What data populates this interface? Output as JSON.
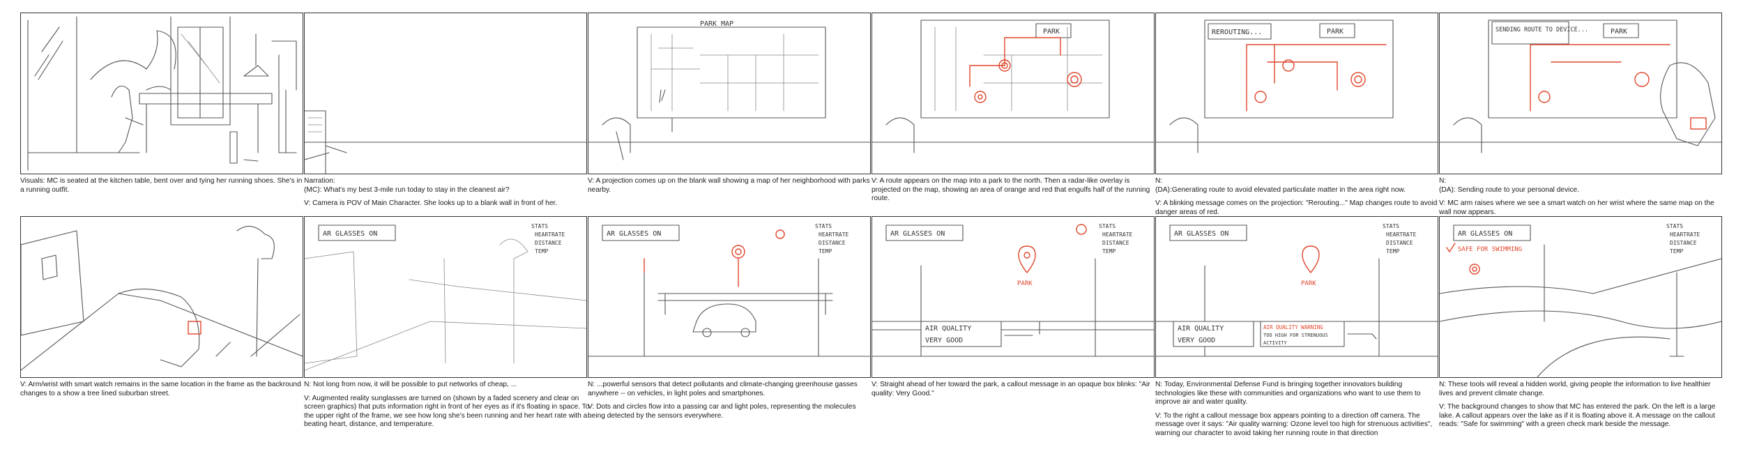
{
  "rows": [
    {
      "panels": [
        {
          "captions": [
            "Visuals: MC is seated at the kitchen table, bent over and tying her running shoes. She's in a running outfit."
          ]
        },
        {
          "captions": [
            "Narration:\n(MC): What's my best 3-mile run today to stay in the cleanest air?",
            "V: Camera is POV of Main Character. She looks up to a blank wall in front of her."
          ]
        },
        {
          "captions": [
            "V: A projection comes up on the blank wall showing a map of her neighborhood with parks nearby."
          ],
          "map_title": "PARK MAP"
        },
        {
          "captions": [
            "V: A route appears on the map into a park to the north. Then a radar-like overlay is projected on the map, showing an area of orange and red that engulfs half of the running route."
          ],
          "map_label": "PARK"
        },
        {
          "captions": [
            "N:\n(DA):Generating route to avoid elevated particulate matter in the area right now.",
            "V: A blinking message comes on the projection: \"Rerouting...\" Map changes route to avoid danger areas of red."
          ],
          "message": "REROUTING...",
          "map_label": "PARK"
        },
        {
          "captions": [
            "N:\n(DA): Sending route to your personal device.",
            "V: MC arm raises where we see a smart watch on her wrist where the same map on the wall now appears."
          ],
          "message": "SENDING ROUTE TO DEVICE...",
          "map_label": "PARK"
        }
      ]
    },
    {
      "panels": [
        {
          "captions": [
            "V: Arm/wrist with smart watch remains in the same location in the frame as the backround changes to a show a tree lined suburban street."
          ]
        },
        {
          "captions": [
            "N: Not long from now, it will be possible to put networks of cheap, ...",
            "V: Augmented reality sunglasses are turned on (shown by a faded scenery and clear on screen graphics) that puts information right in front of her eyes as if it's floating in space. To the upper right of the frame, we see how long she's been running and her heart rate with a beating heart, distance, and temperature."
          ],
          "hud": "AR GLASSES ON",
          "stats": [
            "STATS",
            "HEARTRATE",
            "DISTANCE",
            "TEMP"
          ]
        },
        {
          "captions": [
            "N: ...powerful sensors that detect pollutants and climate-changing greenhouse gasses anywhere -- on vehicles, in light poles and smartphones.",
            "V: Dots and circles flow into a passing car and light poles, representing the molecules being detected by the sensors everywhere."
          ],
          "hud": "AR GLASSES ON",
          "stats": [
            "STATS",
            "HEARTRATE",
            "DISTANCE",
            "TEMP"
          ]
        },
        {
          "captions": [
            "V: Straight ahead of her toward the park, a callout message in an opaque box blinks: \"Air quality: Very Good.\""
          ],
          "hud": "AR GLASSES ON",
          "stats": [
            "STATS",
            "HEARTRATE",
            "DISTANCE",
            "TEMP"
          ],
          "pin_label": "PARK",
          "callout": [
            "AIR QUALITY",
            "VERY GOOD"
          ]
        },
        {
          "captions": [
            "N: Today, Environmental Defense Fund is bringing together innovators building technologies like these with communities and organizations who want to use them to improve air and water quality.",
            "V: To the right a callout message box appears pointing to a direction off camera. The message over it says: \"Air quality warning: Ozone level too high for strenuous activities\", warning our character to avoid taking her running route in that direction"
          ],
          "hud": "AR GLASSES ON",
          "stats": [
            "STATS",
            "HEARTRATE",
            "DISTANCE",
            "TEMP"
          ],
          "pin_label": "PARK",
          "callout": [
            "AIR QUALITY",
            "VERY GOOD"
          ],
          "warning": [
            "AIR QUALITY WARNING",
            "TOO HIGH FOR STRENUOUS",
            "ACTIVITY"
          ]
        },
        {
          "captions": [
            "N: These tools will reveal a hidden world, giving people the information to live healthier lives and prevent climate change.",
            "V: The background changes to show that MC has entered the park. On the left is a large lake. A callout appears over the lake as if it is floating above it. A message on the callout reads: \"Safe for swimming\" with a green check mark beside the message."
          ],
          "hud": "AR GLASSES ON",
          "stats": [
            "STATS",
            "HEARTRATE",
            "DISTANCE",
            "TEMP"
          ],
          "swim": "SAFE FOR SWIMMING"
        }
      ]
    }
  ]
}
